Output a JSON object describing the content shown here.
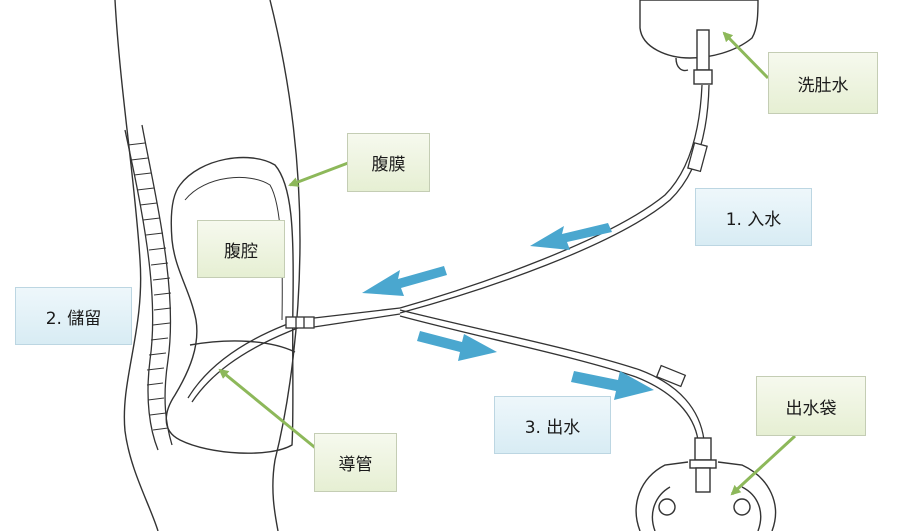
{
  "labels": {
    "dialysate": "洗肚水",
    "peritoneum": "腹膜",
    "cavity": "腹腔",
    "step1": "1. 入水",
    "step2": "2. 儲留",
    "step3": "3. 出水",
    "drain_bag": "出水袋",
    "catheter": "導管"
  },
  "colors": {
    "flow_arrow": "#4aa7cf",
    "pointer_arrow": "#8db85a",
    "line": "#333333",
    "green_box": "#ecf3dd",
    "blue_box": "#dff0f7"
  }
}
